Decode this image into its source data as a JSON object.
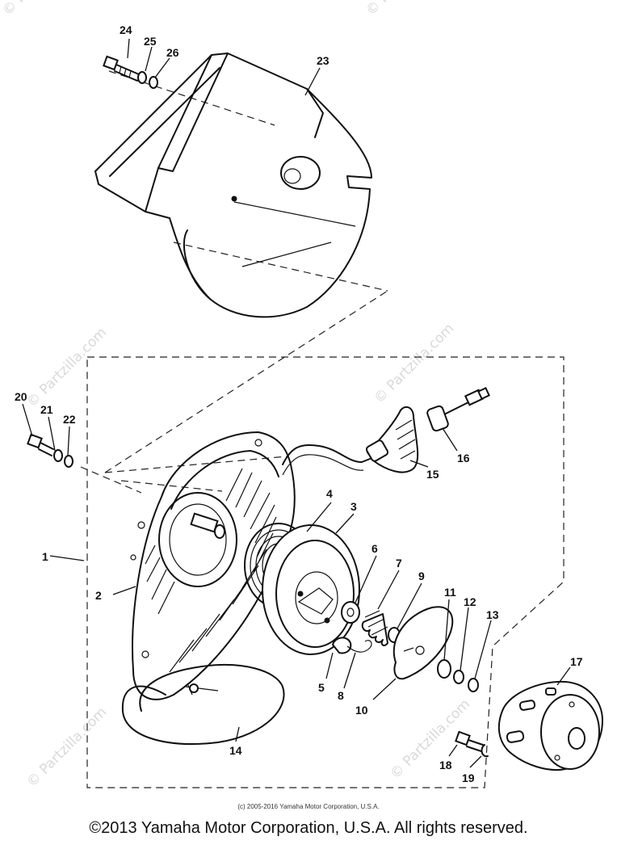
{
  "watermark": "© Partzilla.com",
  "image_credit": "(c) 2005-2016 Yamaha Motor Corporation, U.S.A.",
  "copyright": "©2013 Yamaha Motor Corporation, U.S.A. All rights reserved.",
  "callouts": {
    "p1": "1",
    "p2": "2",
    "p3": "3",
    "p4": "4",
    "p5": "5",
    "p6": "6",
    "p7": "7",
    "p8": "8",
    "p9": "9",
    "p10": "10",
    "p11": "11",
    "p12": "12",
    "p13": "13",
    "p14": "14",
    "p15": "15",
    "p16": "16",
    "p17": "17",
    "p18": "18",
    "p19": "19",
    "p20": "20",
    "p21": "21",
    "p22": "22",
    "p23": "23",
    "p24": "24",
    "p25": "25",
    "p26": "26"
  }
}
